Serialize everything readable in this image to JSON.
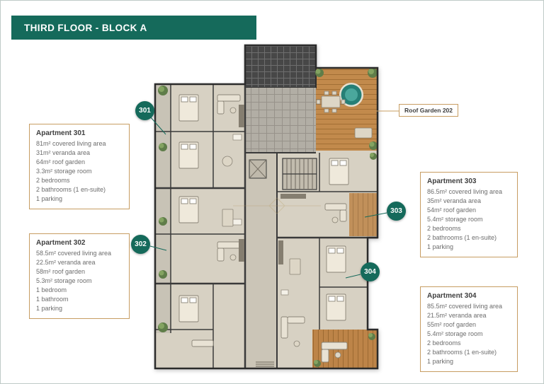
{
  "header": {
    "title": "THIRD FLOOR - BLOCK A"
  },
  "colors": {
    "teal": "#156a5b",
    "box_border": "#c79d62"
  },
  "roof_garden": {
    "label": "Roof Garden 202"
  },
  "badges": [
    {
      "label": "301"
    },
    {
      "label": "302"
    },
    {
      "label": "303"
    },
    {
      "label": "304"
    }
  ],
  "apartments": [
    {
      "title": "Apartment 301",
      "lines": [
        "81m² covered living area",
        "31m² veranda area",
        "64m² roof garden",
        "3.3m² storage room",
        "2 bedrooms",
        "2 bathrooms (1 en-suite)",
        "1 parking"
      ]
    },
    {
      "title": "Apartment 302",
      "lines": [
        "58.5m² covered living area",
        "22.5m² veranda area",
        "58m² roof garden",
        "5.3m² storage room",
        "1 bedroom",
        "1 bathroom",
        "1 parking"
      ]
    },
    {
      "title": "Apartment 303",
      "lines": [
        "86.5m² covered living area",
        "35m² veranda area",
        "54m² roof garden",
        "5.4m² storage room",
        "2 bedrooms",
        "2 bathrooms (1 en-suite)",
        "1 parking"
      ]
    },
    {
      "title": "Apartment 304",
      "lines": [
        "85.5m² covered living area",
        "21.5m² veranda area",
        "55m² roof garden",
        "5.4m² storage room",
        "2 bedrooms",
        "2 bathrooms (1 en-suite)",
        "1 parking"
      ]
    }
  ]
}
